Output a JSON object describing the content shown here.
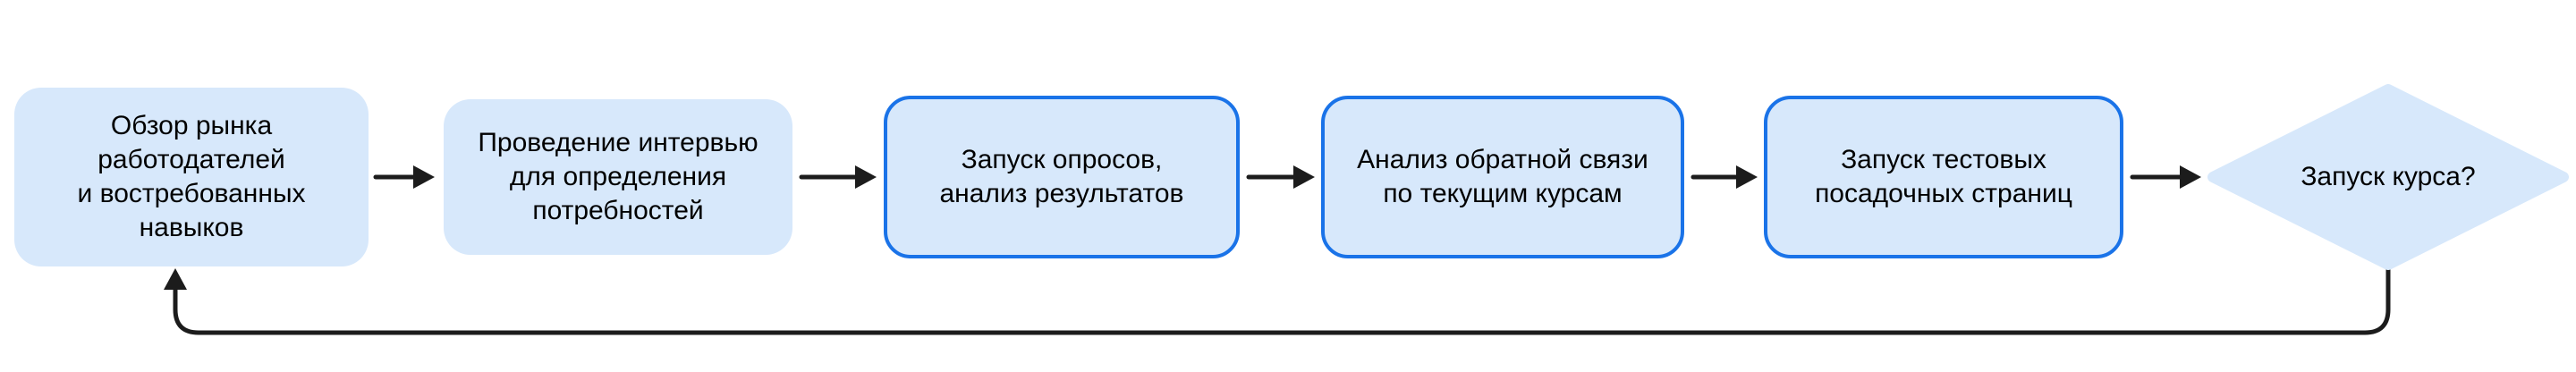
{
  "diagram": {
    "type": "flowchart",
    "direction": "left-to-right",
    "title": "",
    "nodes": [
      {
        "id": "market-overview",
        "shape": "rounded-rect",
        "bordered": false,
        "label": "Обзор рынка\nработодателей\nи востребованных\nнавыков"
      },
      {
        "id": "interviews",
        "shape": "rounded-rect",
        "bordered": false,
        "label": "Проведение интервью\nдля определения\nпотребностей"
      },
      {
        "id": "surveys",
        "shape": "rounded-rect",
        "bordered": true,
        "label": "Запуск опросов,\nанализ результатов"
      },
      {
        "id": "feedback-analysis",
        "shape": "rounded-rect",
        "bordered": true,
        "label": "Анализ обратной связи\nпо текущим курсам"
      },
      {
        "id": "landing-pages",
        "shape": "rounded-rect",
        "bordered": true,
        "label": "Запуск тестовых\nпосадочных страниц"
      },
      {
        "id": "course-launch-decision",
        "shape": "diamond",
        "bordered": false,
        "label": "Запуск курса?"
      }
    ],
    "edges": [
      {
        "from": "market-overview",
        "to": "interviews",
        "type": "arrow"
      },
      {
        "from": "interviews",
        "to": "surveys",
        "type": "arrow"
      },
      {
        "from": "surveys",
        "to": "feedback-analysis",
        "type": "arrow"
      },
      {
        "from": "feedback-analysis",
        "to": "landing-pages",
        "type": "arrow"
      },
      {
        "from": "landing-pages",
        "to": "course-launch-decision",
        "type": "arrow"
      },
      {
        "from": "course-launch-decision",
        "to": "market-overview",
        "type": "feedback-loop"
      }
    ],
    "colors": {
      "node_fill": "#d7e8fb",
      "node_border": "#1a73e8",
      "arrow": "#1c1c1c",
      "text": "#000000",
      "background": "#ffffff"
    }
  }
}
